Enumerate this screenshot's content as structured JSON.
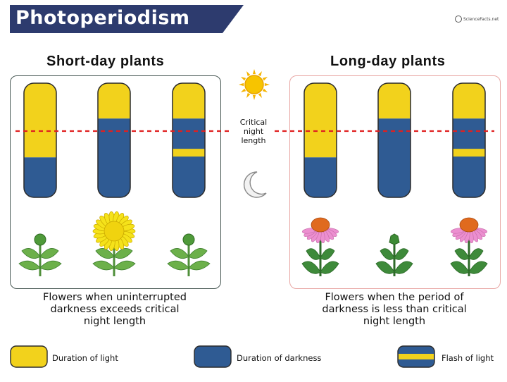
{
  "title": "Photoperiodism",
  "brand": "ScienceFacts.net",
  "critical_label": {
    "line1": "Critical",
    "line2": "night",
    "line3": "length"
  },
  "short_day": {
    "heading": "Short-day plants",
    "caption": {
      "line1": "Flowers when uninterrupted",
      "line2": "darkness exceeds critical",
      "line3": "night length"
    },
    "bars": [
      {
        "light_fraction": 0.65,
        "flash": false,
        "flowering": false
      },
      {
        "light_fraction": 0.31,
        "flash": false,
        "flowering": true
      },
      {
        "light_fraction": 0.31,
        "flash": true,
        "flowering": false
      }
    ]
  },
  "long_day": {
    "heading": "Long-day plants",
    "caption": {
      "line1": "Flowers when the period of",
      "line2": "darkness is less than critical",
      "line3": "night length"
    },
    "bars": [
      {
        "light_fraction": 0.65,
        "flash": false,
        "flowering": true
      },
      {
        "light_fraction": 0.31,
        "flash": false,
        "flowering": false
      },
      {
        "light_fraction": 0.31,
        "flash": true,
        "flowering": true
      }
    ]
  },
  "legend": {
    "light": "Duration of light",
    "dark": "Duration of darkness",
    "flash": "Flash of light"
  },
  "colors": {
    "light": "#f2d21c",
    "dark": "#2f5b93",
    "banner": "#2d3b6e",
    "critical_line": "#e02020",
    "leaf": "#6cb04a",
    "stem": "#4f8f3a",
    "ld_leaf": "#3e8a3a",
    "petal": "#ec8fd0",
    "cone": "#e06a1e",
    "sd_flower": "#f5e21a"
  }
}
